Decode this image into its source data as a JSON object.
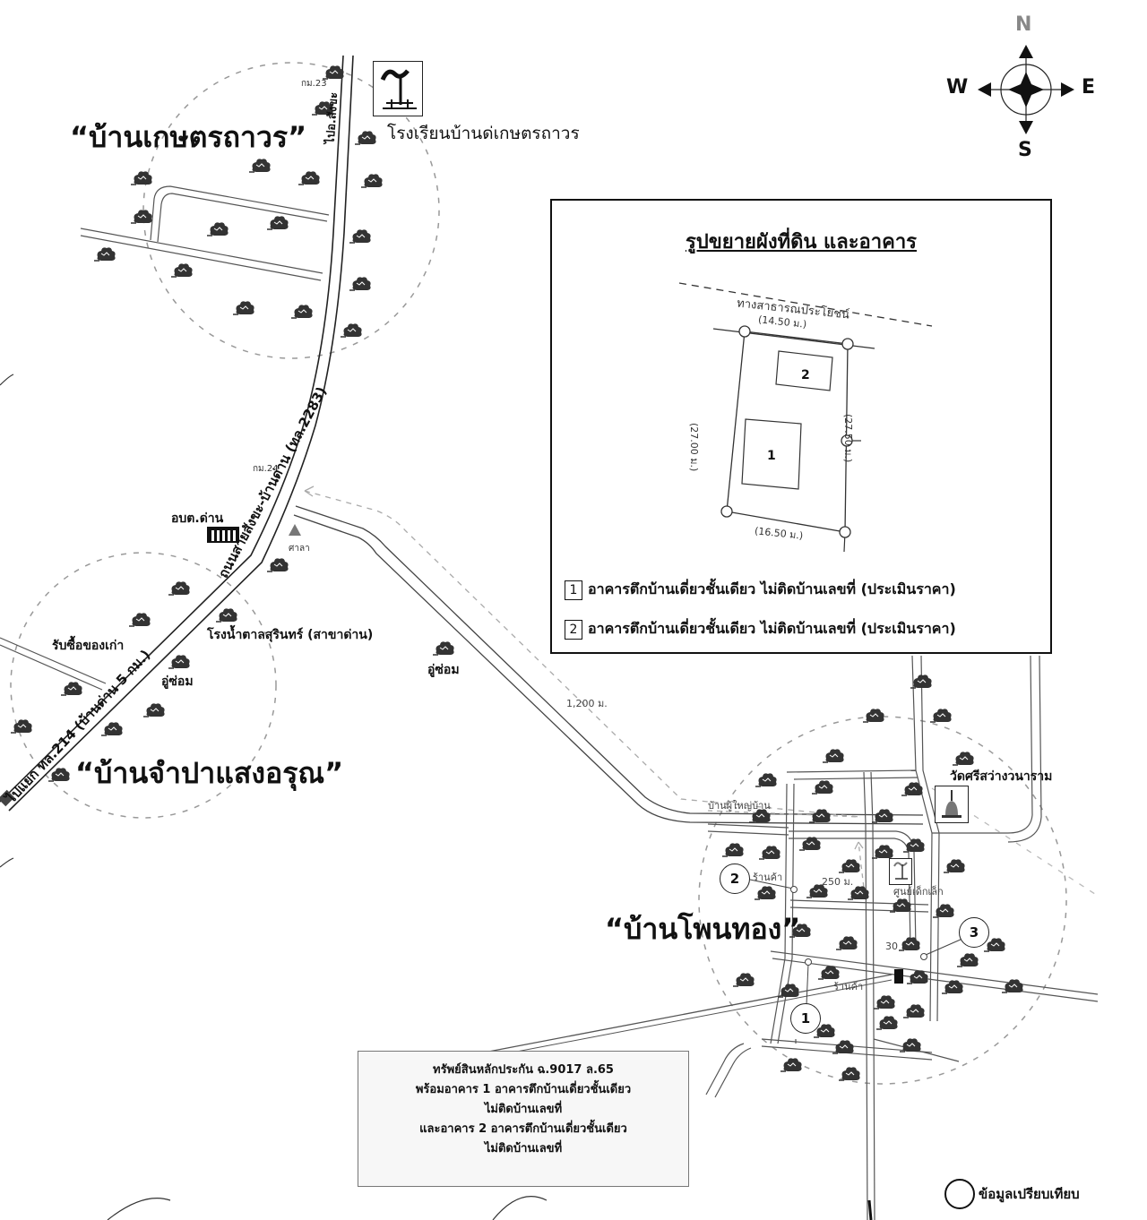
{
  "map": {
    "type": "location-map",
    "compass": {
      "north": "N",
      "south": "S",
      "east": "E",
      "west": "W"
    },
    "villages": [
      {
        "id": "kaset-thawon",
        "name": "“บ้านเกษตรถาวร”"
      },
      {
        "id": "champa-saeng-arun",
        "name": "“บ้านจำปาแสงอรุณ”"
      },
      {
        "id": "phon-thong",
        "name": "“บ้านโพนทอง”"
      }
    ],
    "places": {
      "school": "โรงเรียนบ้านด่เกษตรถาวร",
      "sao_dan": "อบต.ด่าน",
      "sala": "ศาลา",
      "sugar_factory": "โรงน้ำตาลสุรินทร์ (สาขาด่าน)",
      "scrap_buyer": "รับซื้อของเก่า",
      "repair_shop_1": "อู่ซ่อม",
      "repair_shop_2": "อู่ซ่อม",
      "temple": "วัดศรีสว่างวนาราม",
      "headman_house": "บ้านผู้ใหญ่บ้าน",
      "shop_1": "ร้านค้า",
      "shop_2": "ร้านค้า",
      "child_center": "ศูนย์เด็กเล็ก"
    },
    "km_markers": {
      "km23": "กม.23",
      "km24": "กม.24"
    },
    "roads": {
      "to_sangkha": "ไปอ.สังขะ",
      "main_road": "ถนนสายสังขะ-บ้านด่าน (ทล.2283)",
      "to_junction": "ไปแยก ทล.214 (บ้านด่าน 5 กม.)"
    },
    "distances": {
      "d1200": "1,200 ม.",
      "d250": "250 ม.",
      "d30": "30"
    },
    "reference_markers": [
      "1",
      "2",
      "3"
    ]
  },
  "inset": {
    "title": "รูปขยายผังที่ดิน และอาคาร",
    "road_label": "ทางสาธารณประโยชน์",
    "dimensions": {
      "top": "(14.50 ม.)",
      "left": "(27.00 ม.)",
      "right": "(27.50 ม.)",
      "bottom": "(16.50 ม.)"
    },
    "buildings": [
      {
        "number": "1",
        "description": "อาคารตึกบ้านเดี่ยวชั้นเดียว ไม่ติดบ้านเลขที่ (ประเมินราคา)"
      },
      {
        "number": "2",
        "description": "อาคารตึกบ้านเดี่ยวชั้นเดียว ไม่ติดบ้านเลขที่ (ประเมินราคา)"
      }
    ]
  },
  "note": {
    "lines": [
      "ทรัพย์สินหลักประกัน ฉ.9017 ล.65",
      "พร้อมอาคาร 1 อาคารตึกบ้านเดี่ยวชั้นเดียว",
      "ไม่ติดบ้านเลขที่",
      "และอาคาร 2 อาคารตึกบ้านเดี่ยวชั้นเดียว",
      "ไม่ติดบ้านเลขที่"
    ]
  },
  "legend": {
    "comparison_data": "ข้อมูลเปรียบเทียบ"
  }
}
